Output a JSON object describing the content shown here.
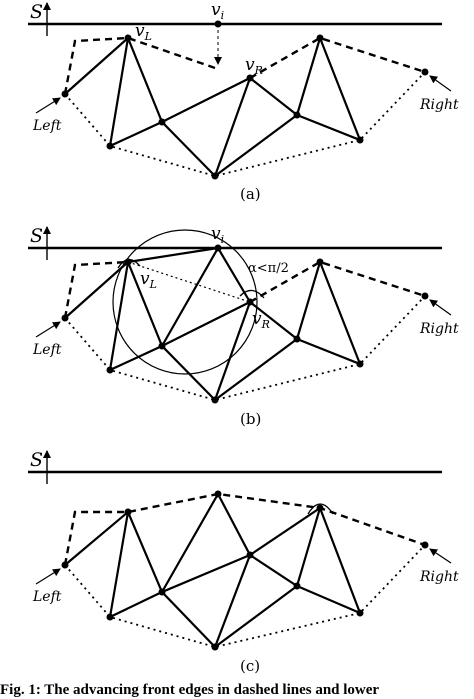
{
  "labels": {
    "sweep_line": "S",
    "vertex_i": "v",
    "vertex_i_sub": "i",
    "vertex_l": "v",
    "vertex_l_sub": "L",
    "vertex_r": "v",
    "vertex_r_sub": "R",
    "left": "Left",
    "right": "Right",
    "angle": "α<π/2"
  },
  "panels": [
    {
      "id": "a",
      "label": "(a)"
    },
    {
      "id": "b",
      "label": "(b)"
    },
    {
      "id": "c",
      "label": "(c)"
    }
  ],
  "caption": "Fig. 1: The advancing front edges in dashed lines and lower"
}
